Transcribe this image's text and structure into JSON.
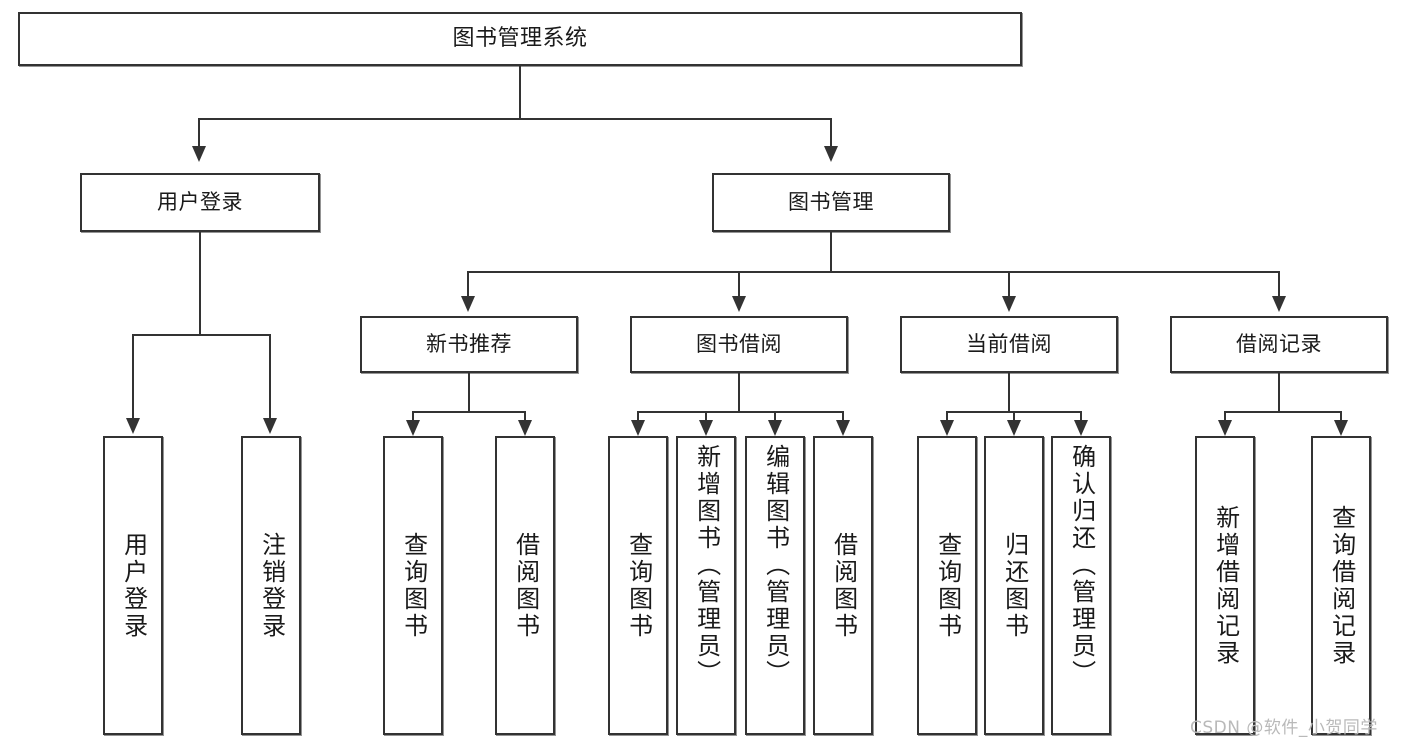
{
  "diagram": {
    "title": "图书管理系统",
    "root": {
      "label": "图书管理系统"
    },
    "level2": [
      {
        "label": "用户登录"
      },
      {
        "label": "图书管理"
      }
    ],
    "level3": [
      {
        "label": "新书推荐"
      },
      {
        "label": "图书借阅"
      },
      {
        "label": "当前借阅"
      },
      {
        "label": "借阅记录"
      }
    ],
    "leaves": {
      "user_login": [
        {
          "label": "用户登录"
        },
        {
          "label": "注销登录"
        }
      ],
      "new_book_recommend": [
        {
          "label": "查询图书"
        },
        {
          "label": "借阅图书"
        }
      ],
      "book_borrow": [
        {
          "label": "查询图书"
        },
        {
          "label": "新增图书（管理员）"
        },
        {
          "label": "编辑图书（管理员）"
        },
        {
          "label": "借阅图书"
        }
      ],
      "current_borrow": [
        {
          "label": "查询图书"
        },
        {
          "label": "归还图书"
        },
        {
          "label": "确认归还（管理员）"
        }
      ],
      "borrow_record": [
        {
          "label": "新增借阅记录"
        },
        {
          "label": "查询借阅记录"
        }
      ]
    }
  },
  "watermark": {
    "text": "CSDN @软件_小贺同学"
  },
  "colors": {
    "stroke": "#333333",
    "text": "#1a1a1a",
    "background": "#ffffff",
    "watermark": "#b9b9b9"
  }
}
